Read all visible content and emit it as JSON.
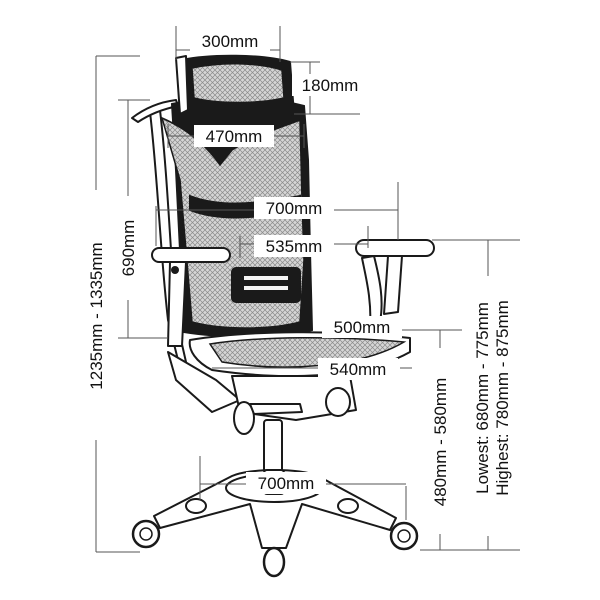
{
  "dimensions": {
    "headrest_width": "300mm",
    "headrest_height": "180mm",
    "backrest_width": "470mm",
    "overall_width": "700mm",
    "inner_arm_width": "535mm",
    "backrest_height": "690mm",
    "overall_height": "1235mm - 1335mm",
    "seat_depth": "500mm",
    "seat_width": "540mm",
    "seat_height": "480mm - 580mm",
    "armrest_lowest": "Lowest: 680mm - 775mm",
    "armrest_highest": "Highest: 780mm - 875mm",
    "base_diameter": "700mm"
  }
}
